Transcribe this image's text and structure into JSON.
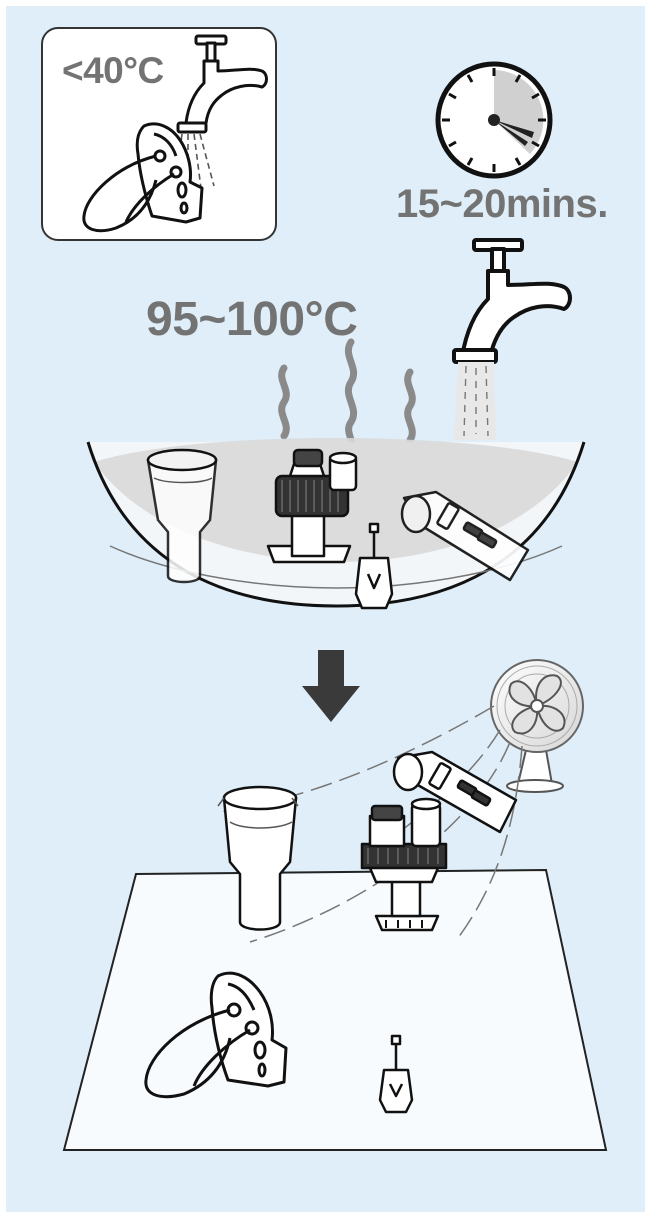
{
  "inset": {
    "temperature_label": "<40°C",
    "icons": [
      "tap-icon",
      "mask-icon",
      "water-spray-icon"
    ]
  },
  "soak": {
    "time_label": "15~20mins.",
    "icons": [
      "clock-icon",
      "tap-icon"
    ]
  },
  "boil": {
    "temperature_label": "95~100°C",
    "icons": [
      "steam-icon",
      "basin-icon",
      "medication-cup-icon",
      "nebulizer-kit-icon",
      "baffle-icon",
      "mouthpiece-icon"
    ]
  },
  "dry": {
    "icons": [
      "arrow-down-icon",
      "fan-icon",
      "drying-sheet-icon",
      "medication-cup-icon",
      "nebulizer-kit-icon",
      "mouthpiece-icon",
      "mask-icon",
      "baffle-icon"
    ]
  },
  "colors": {
    "background": "#dfeef8",
    "label": "#737373",
    "line": "#111111",
    "water": "#d9d9d9",
    "arrow": "#3a3a3a"
  }
}
